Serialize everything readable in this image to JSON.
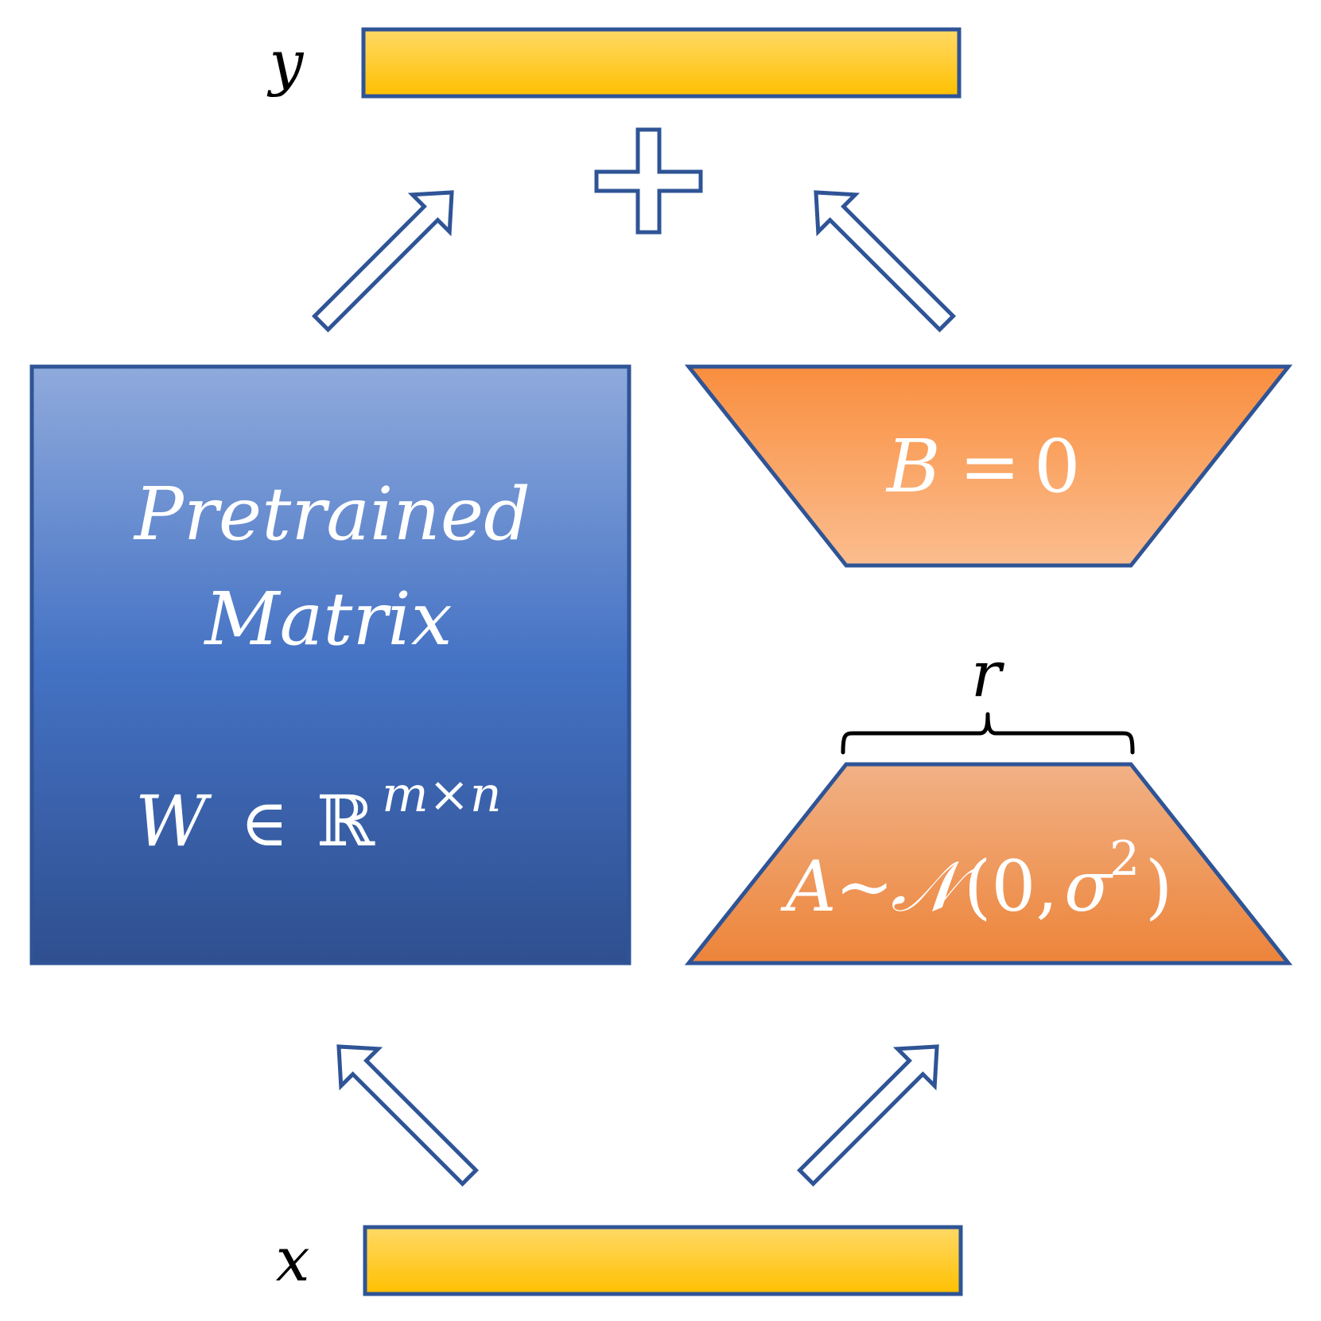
{
  "labels": {
    "y": "y",
    "x": "x",
    "r": "r"
  },
  "pretrained_block": {
    "line1": "Pretrained",
    "line2": "Matrix",
    "formula": {
      "W": "W",
      "in": "∈",
      "R": "ℝ",
      "exponent": "m×n"
    }
  },
  "B_block": {
    "B": "B",
    "eq": "=",
    "zero": "0"
  },
  "A_block": {
    "A": "A",
    "tilde": "∼",
    "N": "𝒩",
    "args_open": "(0,",
    "sigma": "σ",
    "power": "2",
    "args_close": ")"
  },
  "colors": {
    "outline": "#2f5496",
    "bar_top": "#ffd966",
    "bar_bottom": "#ffc000",
    "blue_top": "#8faadc",
    "blue_mid": "#4472c4",
    "blue_bottom": "#2f4f8f",
    "orangeB_top": "#f98e3e",
    "orangeB_bottom": "#fbbd8f",
    "orangeA_top": "#f1b185",
    "orangeA_bottom": "#ed843a",
    "text_light": "#ffffff",
    "text_dark": "#000000"
  }
}
